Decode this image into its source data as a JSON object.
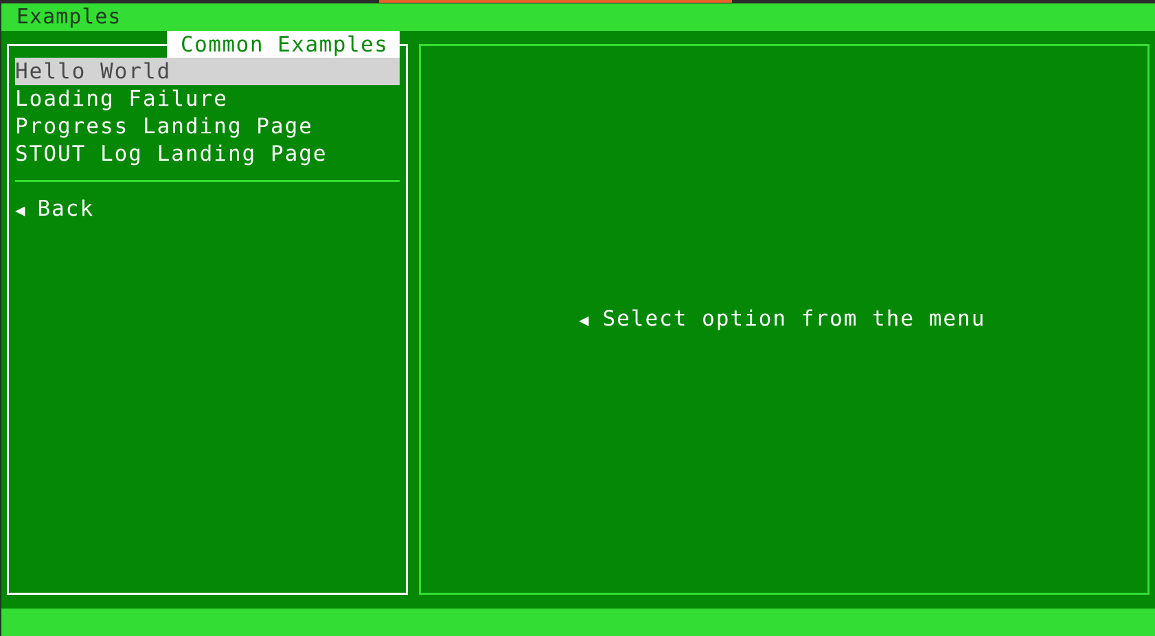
{
  "window": {
    "title": "Examples"
  },
  "menu": {
    "title": "Common Examples",
    "items": [
      {
        "label": "Hello World",
        "selected": true
      },
      {
        "label": "Loading Failure",
        "selected": false
      },
      {
        "label": "Progress Landing Page",
        "selected": false
      },
      {
        "label": "STOUT Log Landing Page",
        "selected": false
      }
    ],
    "back": {
      "icon": "left-triangle-icon",
      "arrow": "◀",
      "label": "Back"
    }
  },
  "content": {
    "hint_icon": "left-triangle-icon",
    "hint_arrow": "◀",
    "hint_text": "Select option from the menu"
  },
  "colors": {
    "background": "#058805",
    "bar": "#33dd33",
    "selected_bg": "#d3d3d3",
    "accent": "#e8622c"
  }
}
